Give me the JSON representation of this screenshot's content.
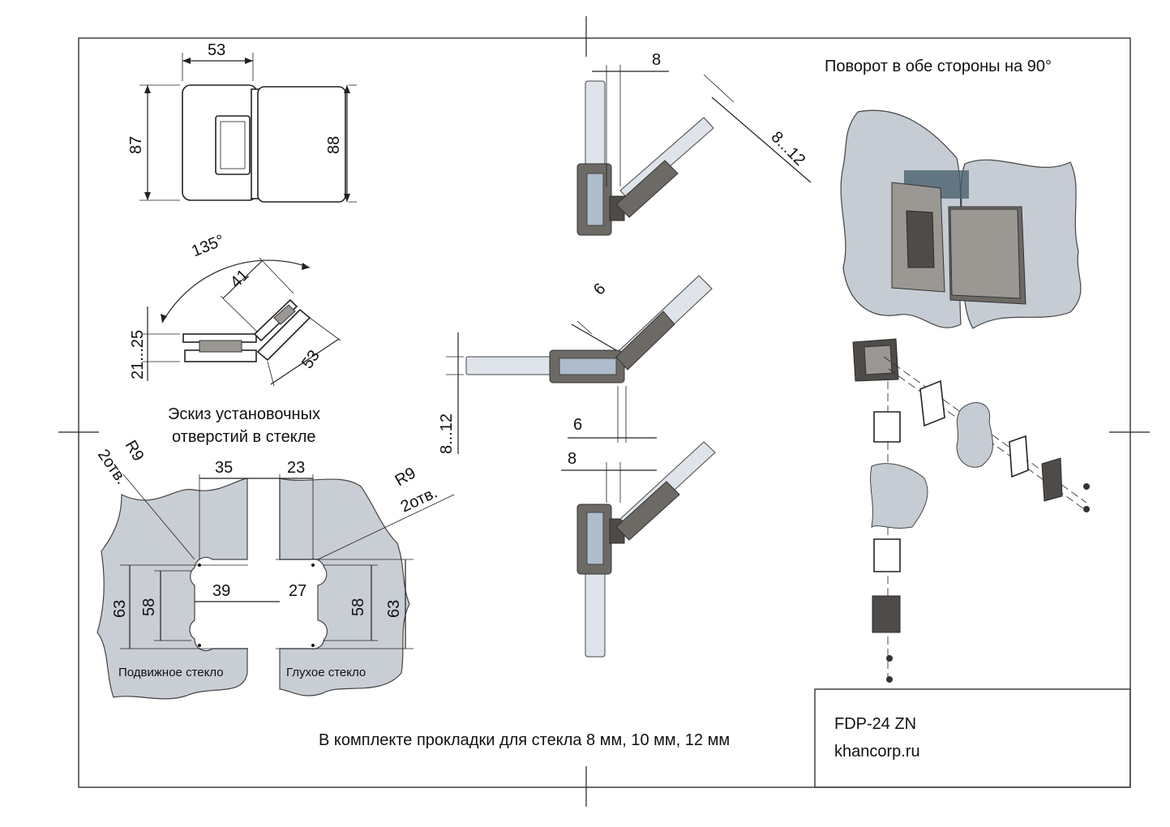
{
  "sheet": {
    "rotation_note": "Поворот в обе стороны на 90°",
    "sketch_title_1": "Эскиз установочных",
    "sketch_title_2": "отверстий в стекле",
    "gasket_note": "В комплекте прокладки для стекла 8 мм, 10 мм, 12 мм"
  },
  "title_block": {
    "product_code": "FDP-24 ZN",
    "website": "khancorp.ru"
  },
  "front_view": {
    "width": "53",
    "height_left": "87",
    "height_right": "88"
  },
  "angle_view": {
    "angle": "135°",
    "length_top": "41",
    "length_side": "53",
    "thickness_top": "25",
    "thickness_bottom": "21...",
    "thick_label": "21...25"
  },
  "side_views": {
    "top_gap": "8",
    "glass_range_top": "8...12",
    "middle_gap_top": "6",
    "middle_gap_bottom": "6",
    "glass_range_left": "8...12",
    "bottom_gap": "8"
  },
  "glass_holes": {
    "left": {
      "radius": "R9",
      "holes": "2отв.",
      "offset": "35",
      "width": "39",
      "hole_span": "58",
      "outer_span": "63",
      "caption": "Подвижное стекло"
    },
    "right": {
      "radius": "R9",
      "holes": "2отв.",
      "offset": "23",
      "width": "27",
      "hole_span": "58",
      "outer_span": "63",
      "caption": "Глухое стекло"
    }
  },
  "colors": {
    "metal": "#6d6a66",
    "glass": "#dfe4ea",
    "plate": "#c9ced5"
  }
}
